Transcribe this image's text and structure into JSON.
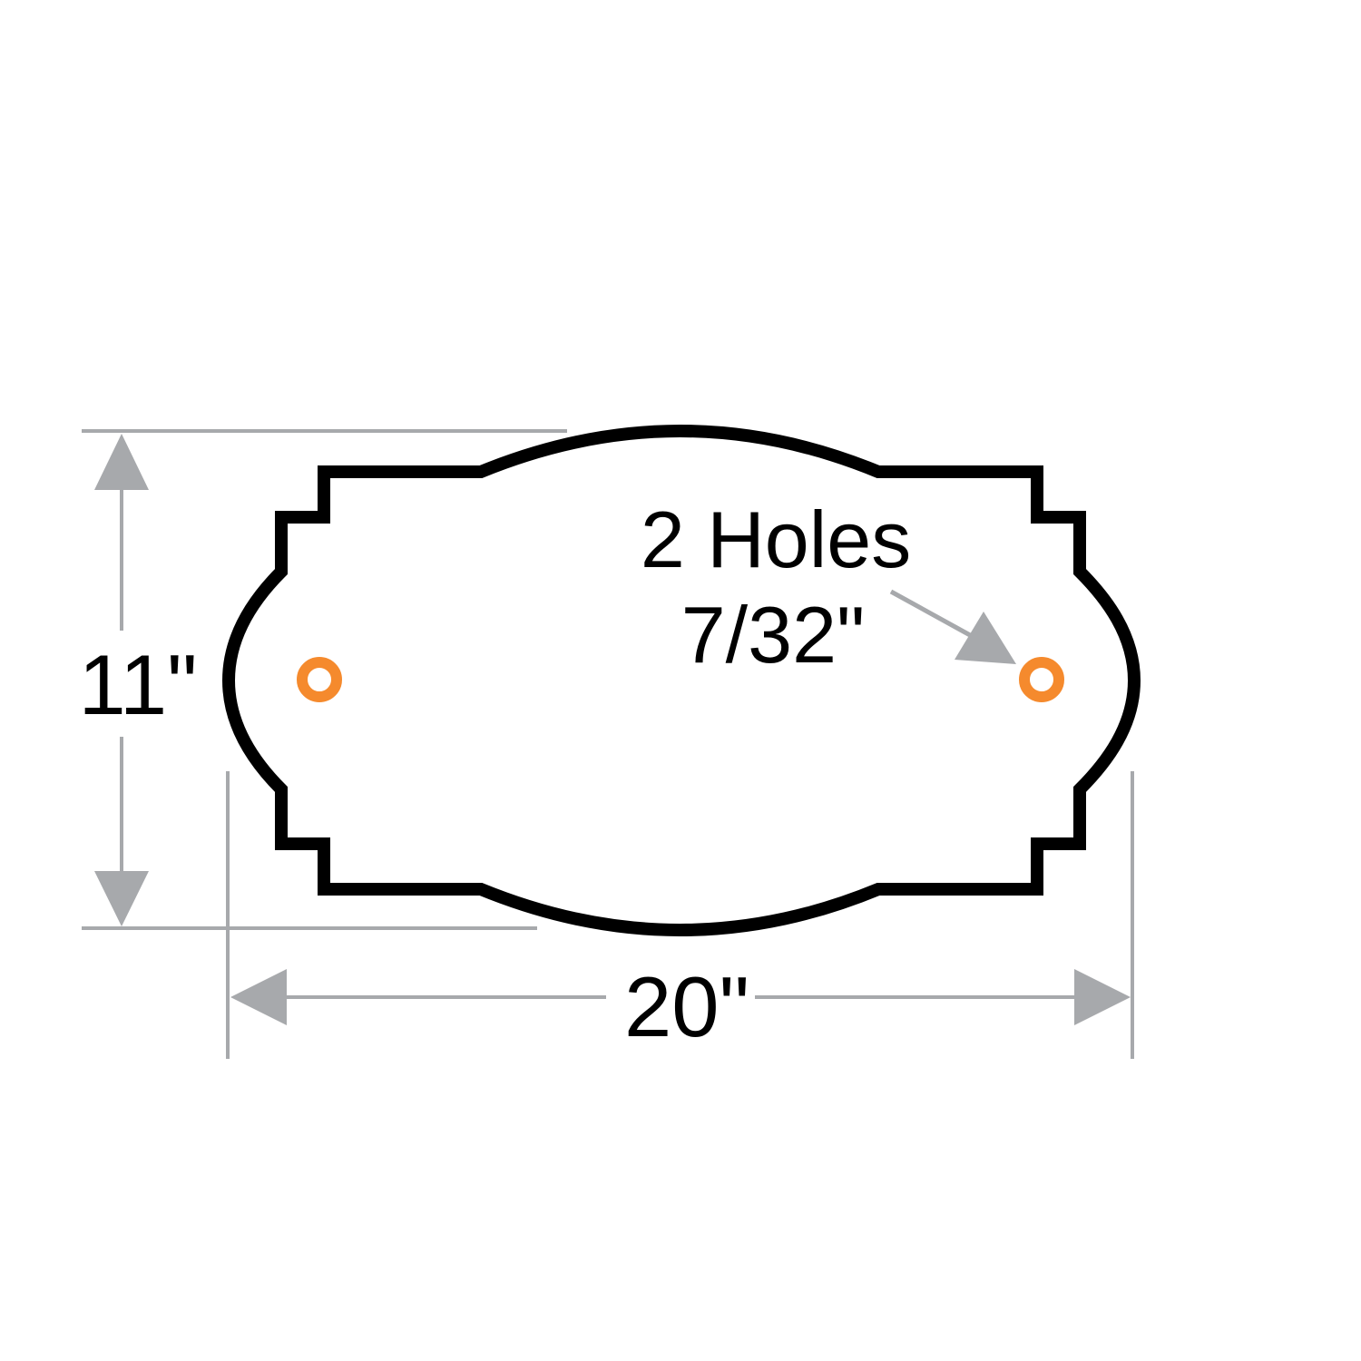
{
  "diagram": {
    "height_label": "11\"",
    "width_label": "20\"",
    "holes_label_line1": "2 Holes",
    "holes_label_line2": "7/32\""
  },
  "colors": {
    "outline": "#000000",
    "dimension": "#a7a9ac",
    "hole": "#f58a2d",
    "background": "#ffffff"
  }
}
